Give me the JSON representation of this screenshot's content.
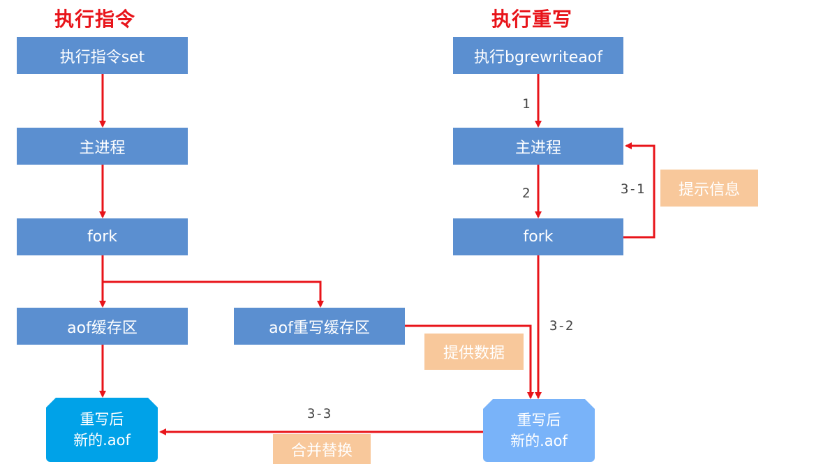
{
  "titles": {
    "left": "执行指令",
    "right": "执行重写"
  },
  "left_column": {
    "exec": "执行指令set",
    "main_process": "主进程",
    "fork": "fork",
    "aof_buffer": "aof缓存区",
    "aof_rewrite_buffer": "aof重写缓存区",
    "file_line1": "重写后",
    "file_line2": "新的.aof"
  },
  "right_column": {
    "exec": "执行bgrewriteaof",
    "main_process": "主进程",
    "fork": "fork",
    "file_line1": "重写后",
    "file_line2": "新的.aof"
  },
  "notes": {
    "prompt_info": "提示信息",
    "provide_data": "提供数据",
    "merge_replace": "合并替换"
  },
  "step_labels": {
    "s1": "1",
    "s2": "2",
    "s3_1": "3-1",
    "s3_2": "3-2",
    "s3_3": "3-3"
  },
  "colors": {
    "arrow": "#e8141a",
    "box": "#5b8fd0",
    "note": "#f8c89b",
    "file_left": "#00a2e8",
    "file_right": "#79b3f9",
    "title": "#e8141a"
  }
}
